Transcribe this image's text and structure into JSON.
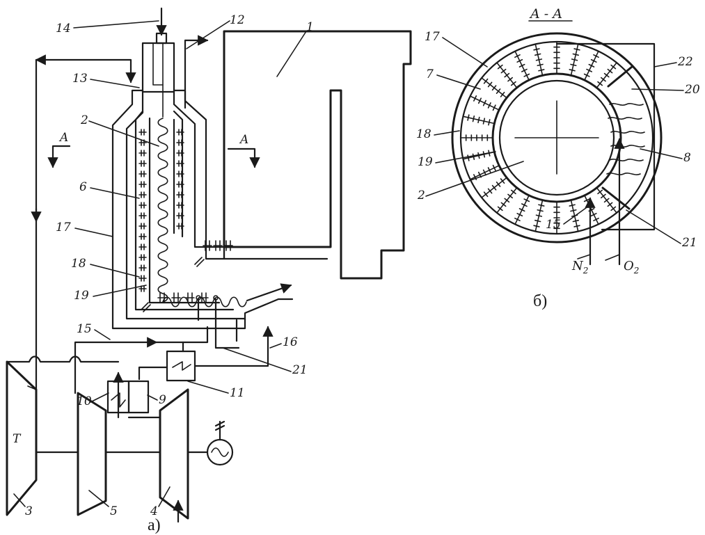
{
  "panel_a": {
    "caption": "а)",
    "labels": {
      "l1": "1",
      "l2": "2",
      "l3": "3",
      "l4": "4",
      "l5": "5",
      "l6": "6",
      "l9": "9",
      "l10": "10",
      "l11": "11",
      "l12": "12",
      "l13": "13",
      "l14": "14",
      "l15": "15",
      "l16": "16",
      "l17": "17",
      "l18": "18",
      "l19": "19",
      "l21": "21",
      "lT": "T"
    },
    "section_marks": {
      "left": "A",
      "right": "A"
    }
  },
  "panel_b": {
    "caption": "б)",
    "title": "A - A",
    "labels": {
      "l2": "2",
      "l7": "7",
      "l8": "8",
      "l15": "15",
      "l17": "17",
      "l18": "18",
      "l19": "19",
      "l20": "20",
      "l21": "21",
      "l22": "22"
    },
    "gases": {
      "n": "N",
      "n_sub": "2",
      "o": "O",
      "o_sub": "2"
    }
  }
}
